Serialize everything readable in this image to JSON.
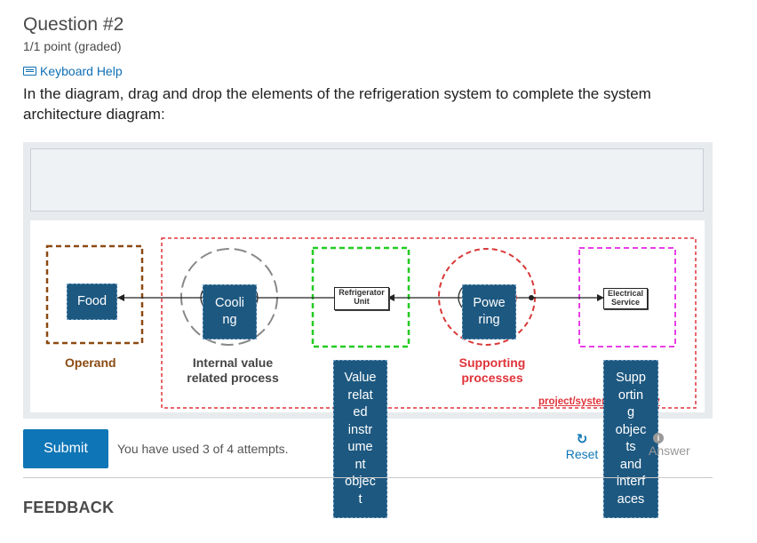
{
  "question": {
    "title": "Question #2",
    "points": "1/1 point (graded)",
    "keyboard_help": "Keyboard Help",
    "instructions": "In the diagram, drag and drop the elements of the refrigeration system to complete the system architecture diagram:"
  },
  "diagram": {
    "boundary_label": "project/system boundary",
    "labels": {
      "operand": "Operand",
      "internal_1": "Internal value",
      "internal_2": "related process",
      "supporting_1": "Supporting",
      "supporting_2": "processes"
    },
    "boxes": {
      "refrigerator_1": "Refrigerator",
      "refrigerator_2": "Unit",
      "electrical_1": "Electrical",
      "electrical_2": "Service"
    },
    "colors": {
      "operand": "#8b4a12",
      "boundary": "#e0333a",
      "internal": "#888888",
      "refrigerator_zone": "#22cc22",
      "powering_zone": "#d93838",
      "electrical_zone": "#e83ee8"
    }
  },
  "drag_items": {
    "food": [
      "Food"
    ],
    "cooling": [
      "Cooli",
      "ng"
    ],
    "powering": [
      "Powe",
      "ring"
    ],
    "value_object": [
      "Value",
      "relat",
      "ed",
      "instr",
      "ume",
      "nt",
      "objec",
      "t"
    ],
    "supporting_objects": [
      "Supp",
      "ortin",
      "g",
      "objec",
      "ts",
      "and",
      "interf",
      "aces"
    ]
  },
  "controls": {
    "submit": "Submit",
    "attempts": "You have used 3 of 4 attempts.",
    "reset": "Reset",
    "reset_icon": "refresh-icon",
    "answer": "Answer",
    "answer_icon": "info-icon"
  },
  "feedback": "FEEDBACK"
}
